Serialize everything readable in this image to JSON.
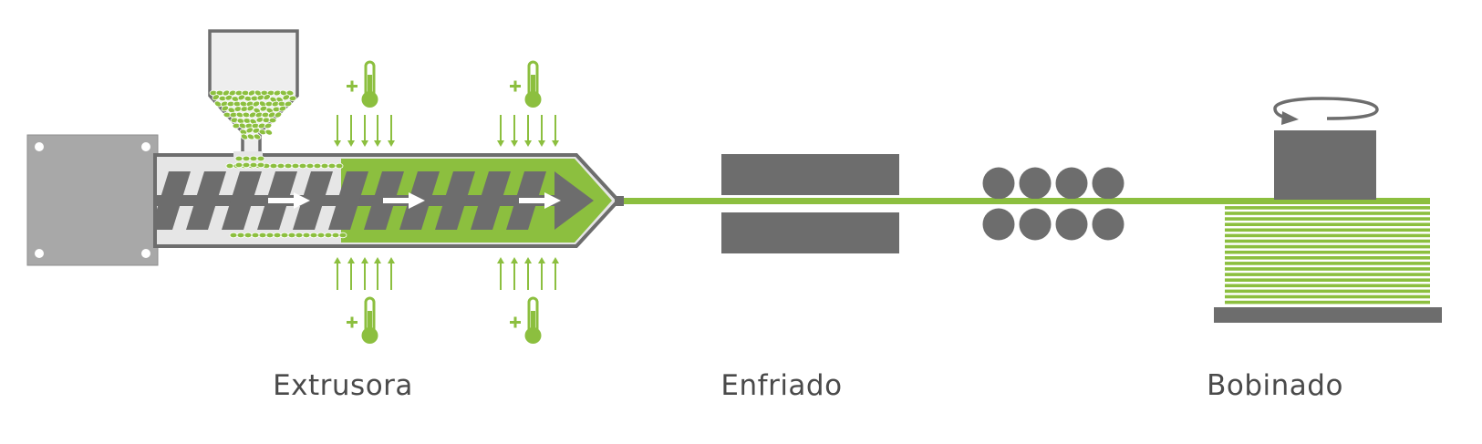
{
  "colors": {
    "accent_green": "#8cbf3f",
    "machine_dark": "#6d6d6d",
    "machine_light": "#a8a8a8",
    "barrel_bg": "#e6e6e6",
    "label_text": "#4a4a4a"
  },
  "stages": [
    {
      "id": "extrusora",
      "label": "Extrusora"
    },
    {
      "id": "enfriado",
      "label": "Enfriado"
    },
    {
      "id": "bobinado",
      "label": "Bobinado"
    }
  ],
  "heat_markers": [
    "+",
    "+",
    "+",
    "+"
  ],
  "icons": [
    "thermometer-icon",
    "rotation-arrow-icon",
    "flow-arrow-icon"
  ]
}
